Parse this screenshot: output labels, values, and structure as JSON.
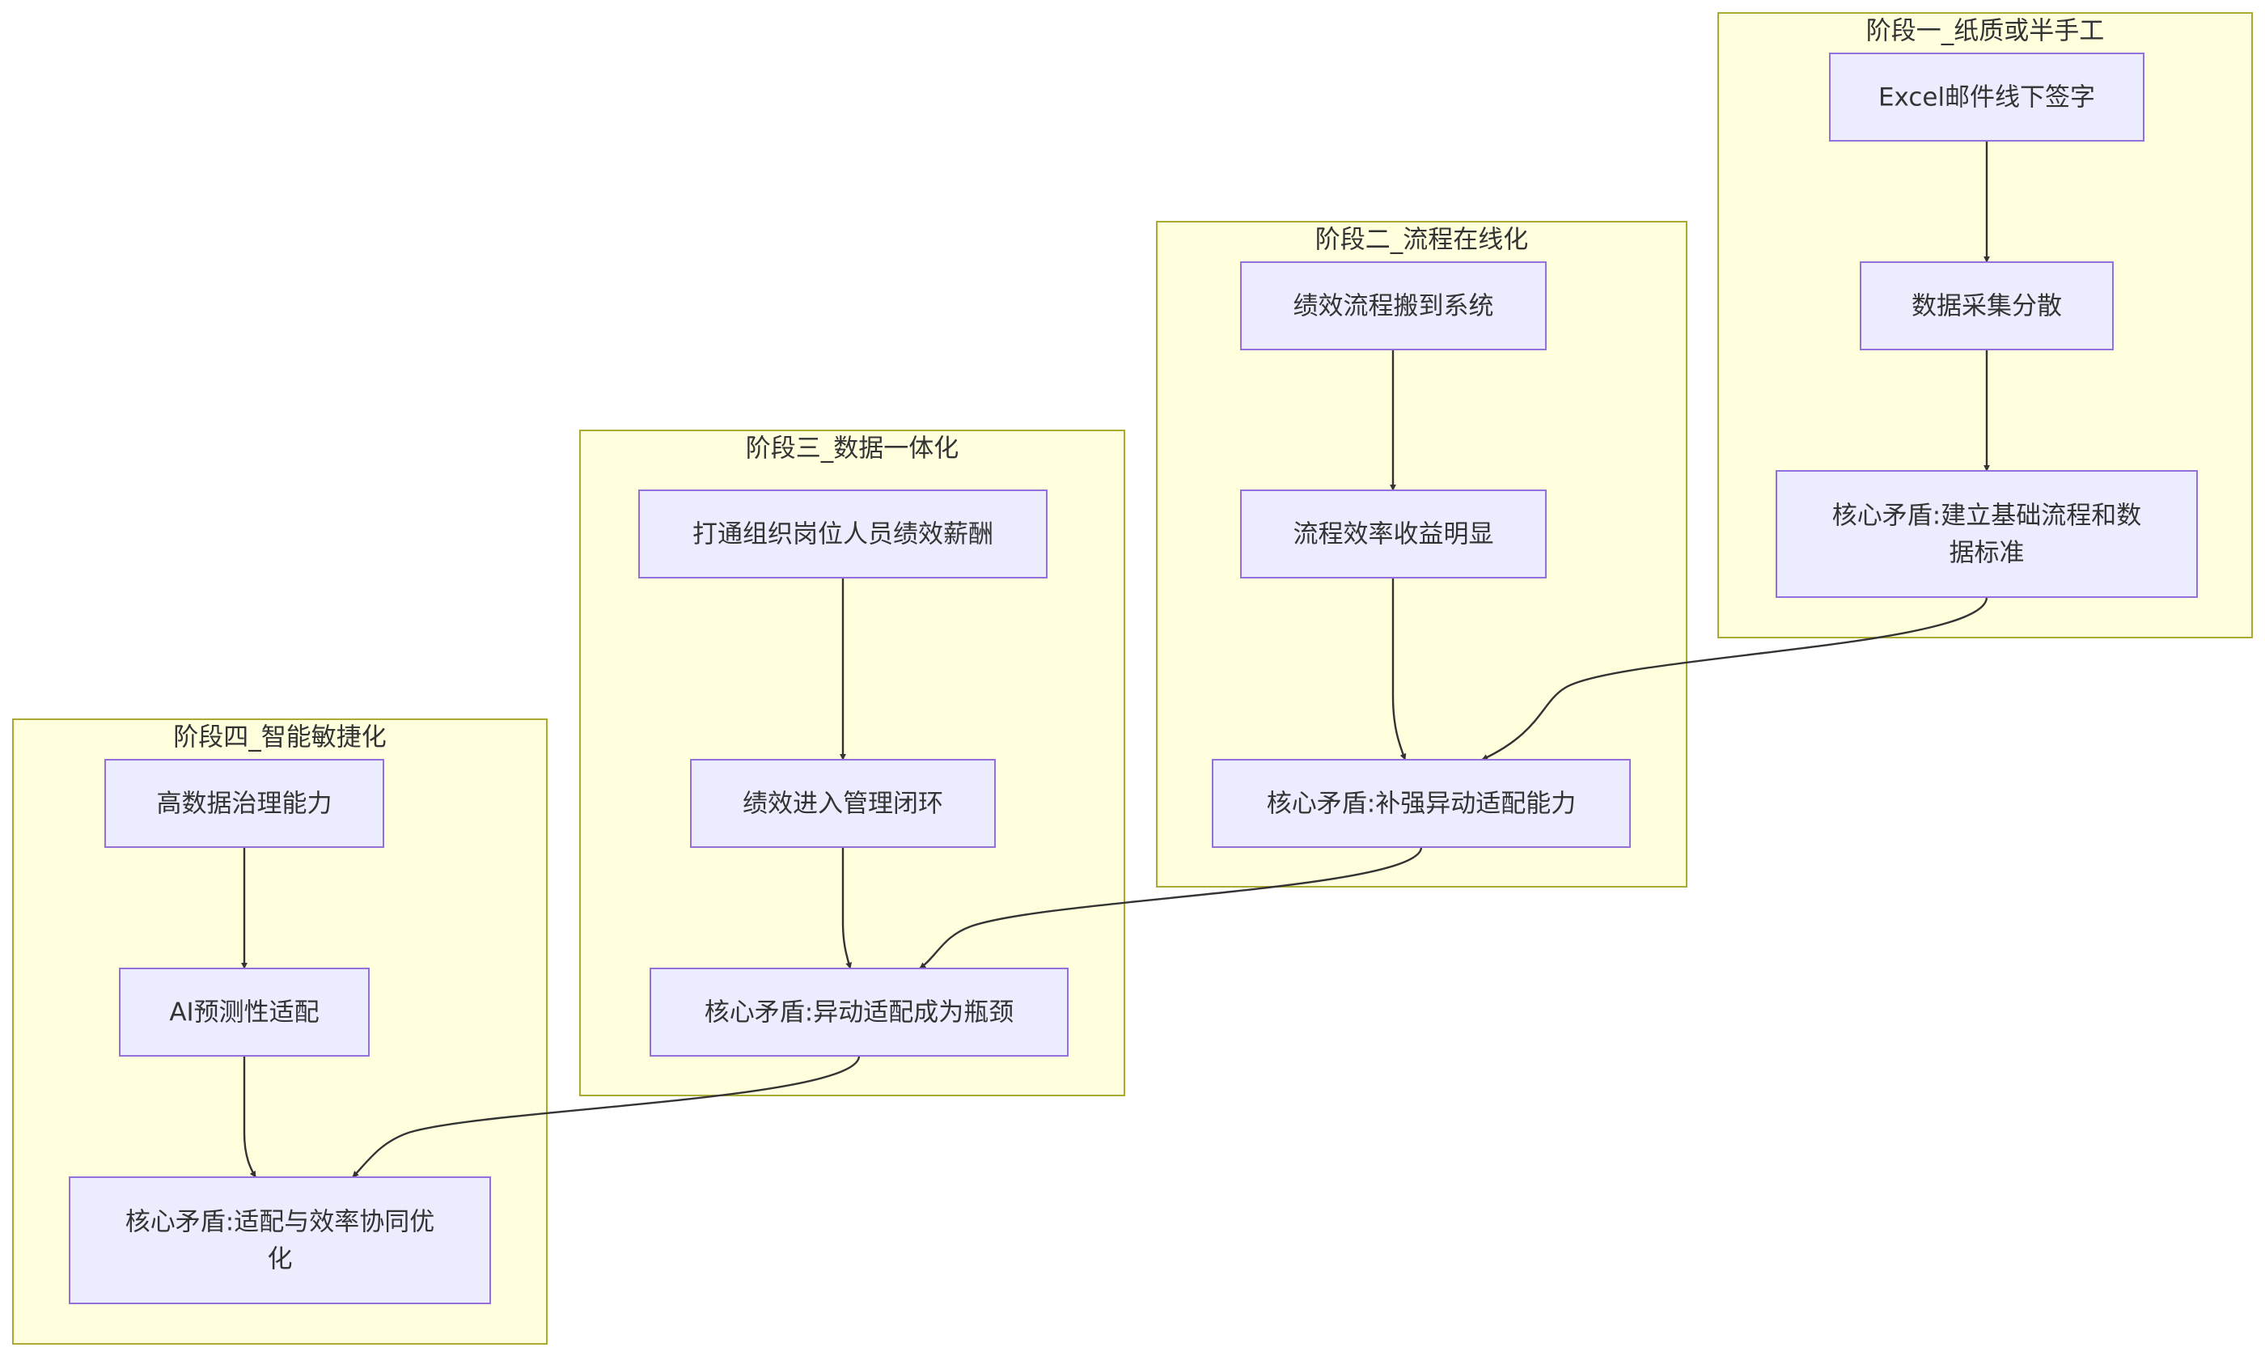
{
  "colors": {
    "cluster_fill": "#ffffde",
    "cluster_stroke": "#aaaa33",
    "node_fill": "#ececff",
    "node_stroke": "#9370db",
    "edge": "#333333",
    "text": "#333333"
  },
  "clusters": [
    {
      "id": "s1",
      "title": "阶段一_纸质或半手工"
    },
    {
      "id": "s2",
      "title": "阶段二_流程在线化"
    },
    {
      "id": "s3",
      "title": "阶段三_数据一体化"
    },
    {
      "id": "s4",
      "title": "阶段四_智能敏捷化"
    }
  ],
  "nodes": [
    {
      "id": "n1",
      "cluster": "s1",
      "lines": [
        "Excel邮件线下签字"
      ]
    },
    {
      "id": "n2",
      "cluster": "s1",
      "lines": [
        "数据采集分散"
      ]
    },
    {
      "id": "n3",
      "cluster": "s1",
      "lines": [
        "核心矛盾:建立基础流程和数",
        "据标准"
      ]
    },
    {
      "id": "n4",
      "cluster": "s2",
      "lines": [
        "绩效流程搬到系统"
      ]
    },
    {
      "id": "n5",
      "cluster": "s2",
      "lines": [
        "流程效率收益明显"
      ]
    },
    {
      "id": "n6",
      "cluster": "s2",
      "lines": [
        "核心矛盾:补强异动适配能力"
      ]
    },
    {
      "id": "n7",
      "cluster": "s3",
      "lines": [
        "打通组织岗位人员绩效薪酬"
      ]
    },
    {
      "id": "n8",
      "cluster": "s3",
      "lines": [
        "绩效进入管理闭环"
      ]
    },
    {
      "id": "n9",
      "cluster": "s3",
      "lines": [
        "核心矛盾:异动适配成为瓶颈"
      ]
    },
    {
      "id": "n10",
      "cluster": "s4",
      "lines": [
        "高数据治理能力"
      ]
    },
    {
      "id": "n11",
      "cluster": "s4",
      "lines": [
        "AI预测性适配"
      ]
    },
    {
      "id": "n12",
      "cluster": "s4",
      "lines": [
        "核心矛盾:适配与效率协同优",
        "化"
      ]
    }
  ],
  "edges": [
    {
      "from": "n1",
      "to": "n2"
    },
    {
      "from": "n2",
      "to": "n3"
    },
    {
      "from": "n3",
      "to": "n6"
    },
    {
      "from": "n4",
      "to": "n5"
    },
    {
      "from": "n5",
      "to": "n6"
    },
    {
      "from": "n6",
      "to": "n9"
    },
    {
      "from": "n7",
      "to": "n8"
    },
    {
      "from": "n8",
      "to": "n9"
    },
    {
      "from": "n9",
      "to": "n12"
    },
    {
      "from": "n10",
      "to": "n11"
    },
    {
      "from": "n11",
      "to": "n12"
    }
  ]
}
